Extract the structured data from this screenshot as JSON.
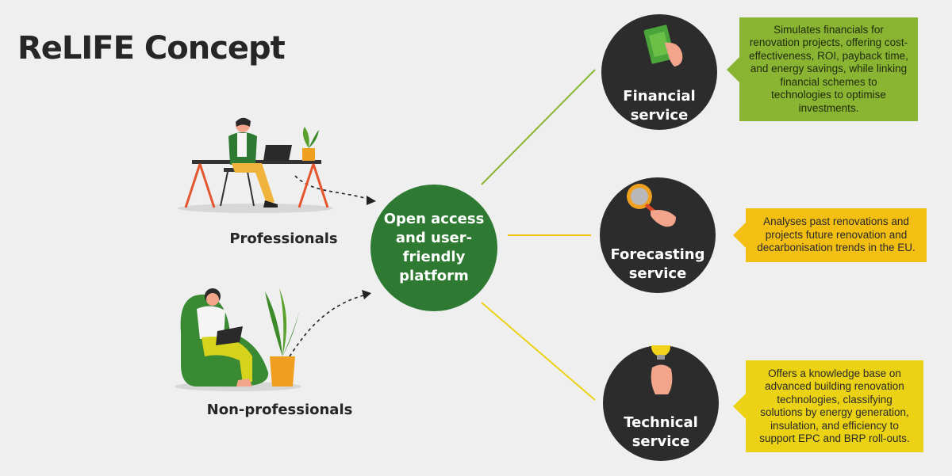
{
  "title": "ReLIFE Concept",
  "users": {
    "professionals": "Professionals",
    "non_professionals": "Non-professionals"
  },
  "hub": {
    "label": "Open access and user-friendly platform"
  },
  "services": [
    {
      "name": "Financial\nservice",
      "icon": "money-hand-icon",
      "description": "Simulates financials for renovation projects, offering cost-effectiveness, ROI, payback time, and energy savings, while linking financial schemes to technologies to optimise investments."
    },
    {
      "name": "Forecasting\nservice",
      "icon": "magnifying-glass-icon",
      "description": "Analyses past renovations and projects future renovation and decarbonisation trends in the EU."
    },
    {
      "name": "Technical\nservice",
      "icon": "lightbulb-hand-icon",
      "description": "Offers a knowledge base on advanced building renovation technologies, classifying solutions by energy generation, insulation, and efficiency to support EPC and BRP roll-outs."
    }
  ],
  "colors": {
    "hub": "#2e7a32",
    "financial": "#8ab532",
    "forecasting": "#f3bf12",
    "technical": "#ecd214",
    "service_circle": "#2c2c2c"
  }
}
